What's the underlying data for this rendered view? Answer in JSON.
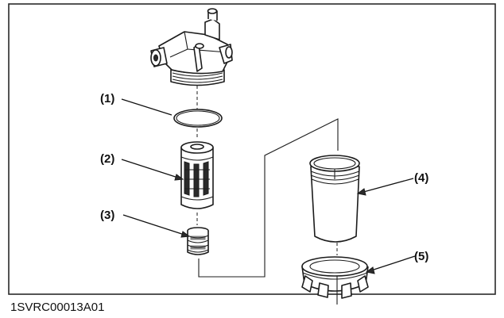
{
  "callouts": [
    {
      "id": "1",
      "text": "(1)"
    },
    {
      "id": "2",
      "text": "(2)"
    },
    {
      "id": "3",
      "text": "(3)"
    },
    {
      "id": "4",
      "text": "(4)"
    },
    {
      "id": "5",
      "text": "(5)"
    }
  ],
  "figure_code": "1SVRC00013A01"
}
